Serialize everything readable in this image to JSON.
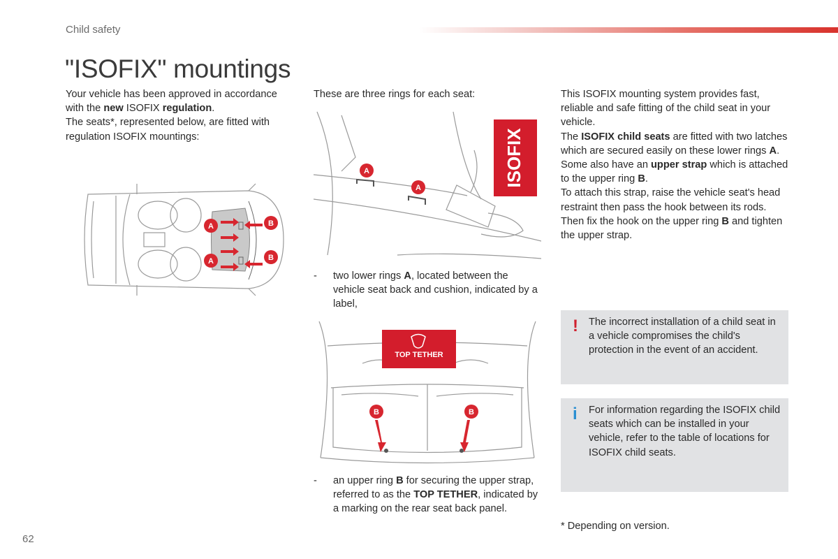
{
  "header": {
    "section": "Child safety",
    "page_number": "62"
  },
  "title": "\"ISOFIX\" mountings",
  "col1": {
    "line1_a": "Your vehicle has been approved in accordance with the ",
    "line1_b": "new",
    "line1_c": " ISOFIX ",
    "line1_d": "regulation",
    "line1_e": ".",
    "line2": "The seats*, represented below, are fitted with regulation ISOFIX mountings:"
  },
  "col2": {
    "intro": "These are three rings for each seat:",
    "bullet1_dash": "-",
    "bullet1_a": "two lower rings ",
    "bullet1_b": "A",
    "bullet1_c": ", located between the vehicle seat back and cushion, indicated by a label,",
    "bullet2_dash": "-",
    "bullet2_a": "an upper ring ",
    "bullet2_b": "B",
    "bullet2_c": " for securing the upper strap, referred to as the ",
    "bullet2_d": "TOP TETHER",
    "bullet2_e": ", indicated by a marking on the rear seat back panel."
  },
  "col3": {
    "p1": "This ISOFIX mounting system provides fast, reliable and safe fitting of the child seat in your vehicle.",
    "p2_a": "The ",
    "p2_b": "ISOFIX child seats",
    "p2_c": " are fitted with two latches which are secured easily on these lower rings ",
    "p2_d": "A",
    "p2_e": ".",
    "p3_a": "Some also have an ",
    "p3_b": "upper strap",
    "p3_c": " which is attached to the upper ring ",
    "p3_d": "B",
    "p3_e": ".",
    "p4_a": "To attach this strap, raise the vehicle seat's head restraint then pass the hook between its rods. Then fix the hook on the upper ring ",
    "p4_b": "B",
    "p4_c": " and tighten the upper strap."
  },
  "warning": {
    "icon": "!",
    "text": "The incorrect installation of a child seat in a vehicle compromises the child's protection in the event of an accident."
  },
  "info": {
    "icon": "i",
    "text": "For information regarding the ISOFIX child seats which can be installed in your vehicle, refer to the table of locations for ISOFIX child seats."
  },
  "footnote": "* Depending on version.",
  "figures": {
    "ring_a": "A",
    "ring_b": "B",
    "isofix_label": "ISOFIX",
    "top_tether_label": "TOP TETHER"
  },
  "colors": {
    "accent_red": "#d8322c",
    "arrow_red": "#d7262f",
    "notice_bg": "#e1e2e4",
    "info_blue": "#2a8fd2"
  }
}
